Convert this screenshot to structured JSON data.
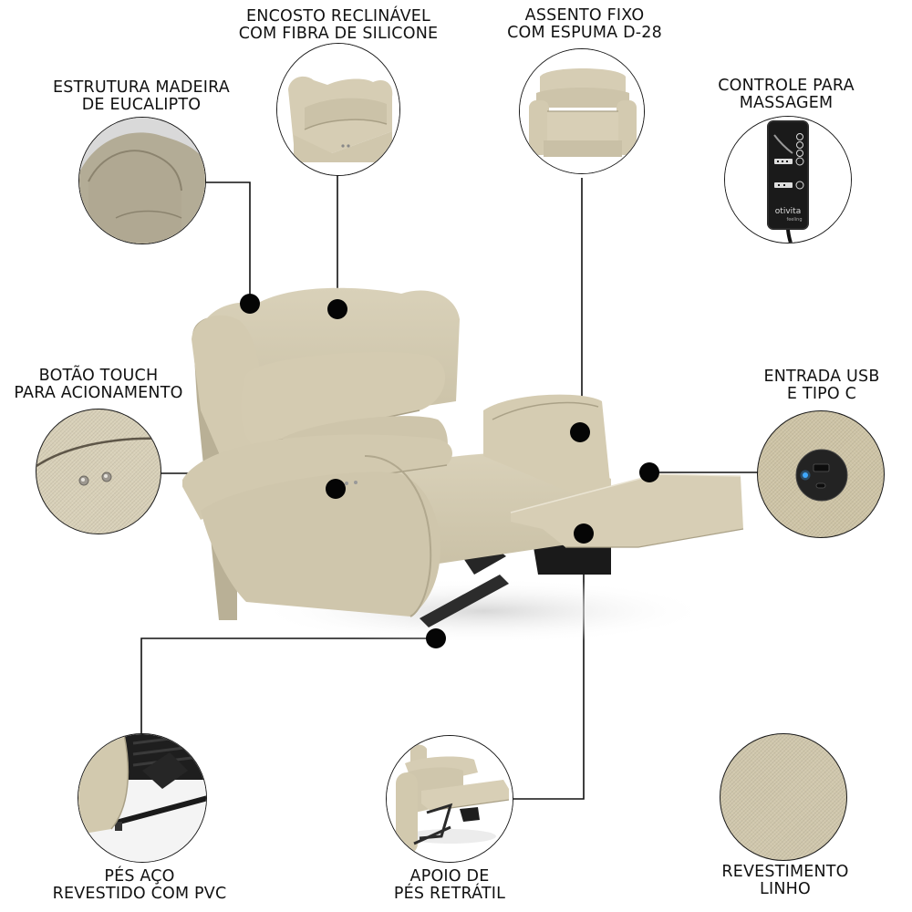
{
  "features": [
    {
      "id": "estrutura",
      "line1": "ESTRUTURA MADEIRA",
      "line2": "DE EUCALIPTO",
      "icon": "armrest-closeup-icon"
    },
    {
      "id": "encosto",
      "line1": "ENCOSTO RECLINÁVEL",
      "line2": "COM FIBRA DE SILICONE",
      "icon": "backrest-closeup-icon"
    },
    {
      "id": "assento",
      "line1": "ASSENTO FIXO",
      "line2": "COM ESPUMA D-28",
      "icon": "seat-closeup-icon"
    },
    {
      "id": "controle",
      "line1": "CONTROLE PARA",
      "line2": "MASSAGEM",
      "icon": "remote-control-icon"
    },
    {
      "id": "botao",
      "line1": "BOTÃO TOUCH",
      "line2": "PARA ACIONAMENTO",
      "icon": "touch-button-icon"
    },
    {
      "id": "usb",
      "line1": "ENTRADA USB",
      "line2": "E TIPO C",
      "icon": "usb-port-icon"
    },
    {
      "id": "pes",
      "line1": "PÉS AÇO",
      "line2": "REVESTIDO COM PVC",
      "icon": "steel-feet-icon"
    },
    {
      "id": "apoio",
      "line1": "APOIO DE",
      "line2": "PÉS RETRÁTIL",
      "icon": "footrest-icon"
    },
    {
      "id": "revestimento",
      "line1": "REVESTIMENTO",
      "line2": "LINHO",
      "icon": "linen-fabric-icon"
    }
  ],
  "remote": {
    "brand": "otivita",
    "sub": "feeling"
  },
  "colors": {
    "fabric": "#d8d0b8",
    "fabric_shadow": "#b9b096",
    "metal": "#2a2a2a",
    "line": "#111111",
    "usb_led": "#3fa9ff"
  }
}
